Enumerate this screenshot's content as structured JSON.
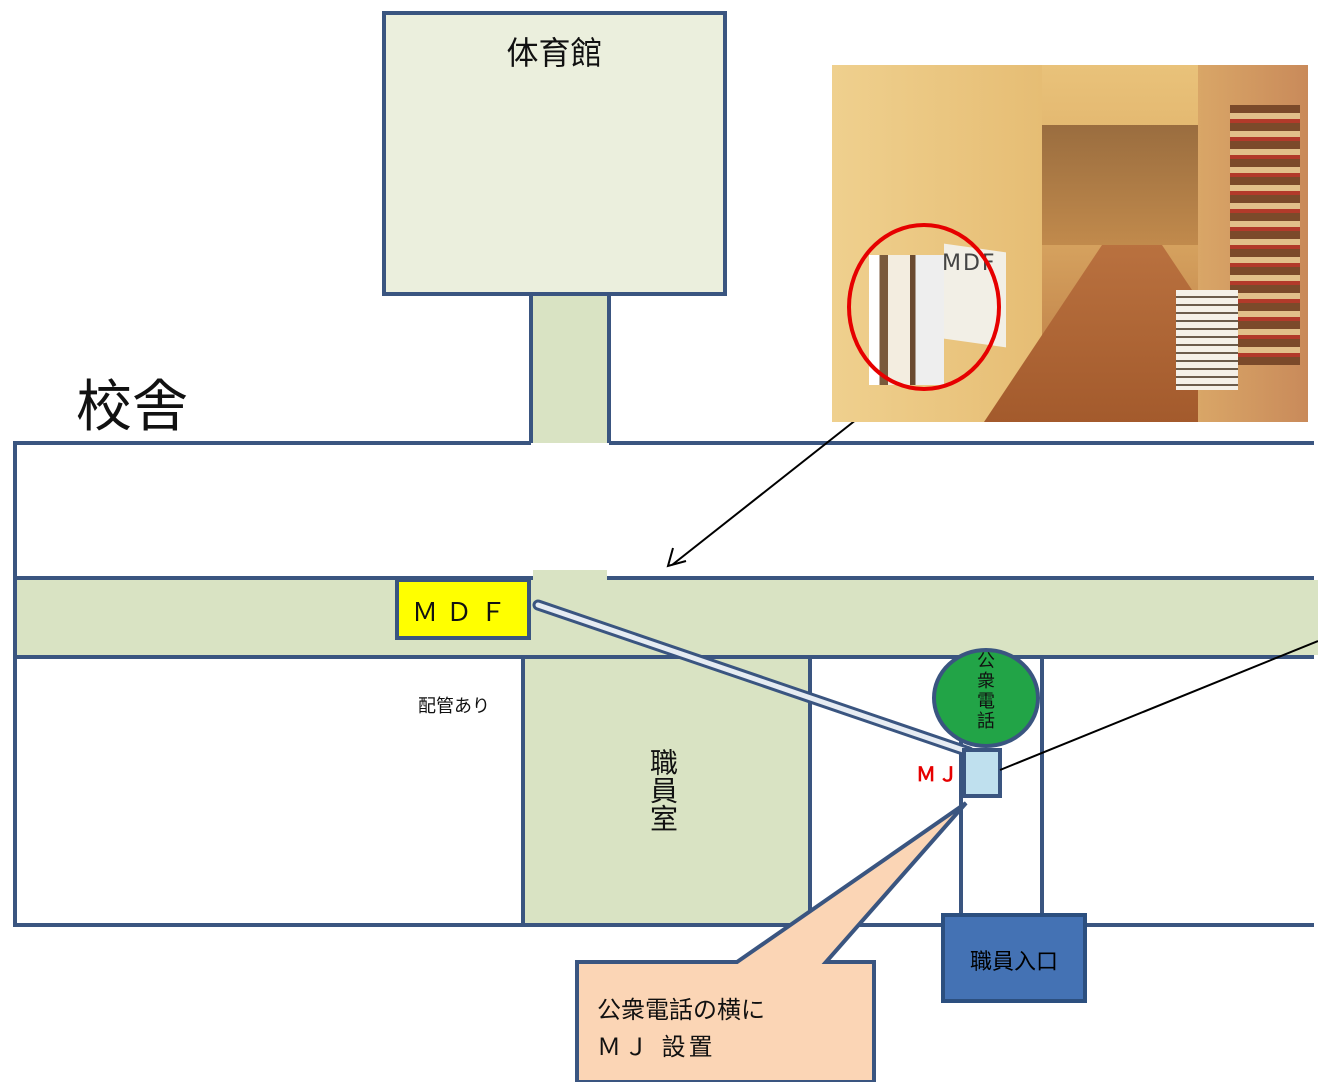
{
  "labels": {
    "gym": "体育館",
    "school_building": "校舎",
    "mdf": "ＭＤＦ",
    "piping": "配管あり",
    "staff_room": "職員室",
    "public_phone": "公衆電話",
    "mj": "ＭＪ",
    "staff_entrance": "職員入口"
  },
  "callout": {
    "line1": "公衆電話の横に",
    "line2": "ＭＪ 設置"
  },
  "photo": {
    "sign_text": "MDF"
  },
  "colors": {
    "outline": "#3a5580",
    "corridor_fill": "#d9e3c3",
    "gym_fill": "#ebefdd",
    "mdf_fill": "#ffff00",
    "phone_fill": "#22a447",
    "mj_fill": "#bfe0ee",
    "entrance_fill": "#4472b4",
    "callout_fill": "#fbd5b5",
    "mj_label": "#e60000",
    "highlight_circle": "#e60000"
  }
}
